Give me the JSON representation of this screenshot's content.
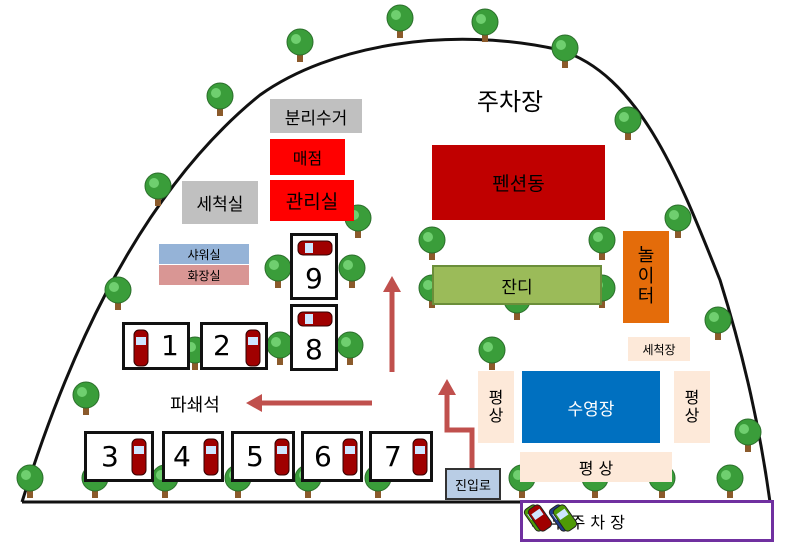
{
  "map": {
    "parking_title": "주차장",
    "recycling": "분리수거",
    "store": "매점",
    "office": "관리실",
    "washroom_gray": "세척실",
    "shower": "샤워실",
    "toilet": "화장실",
    "pension": "펜션동",
    "lawn": "잔디",
    "playground": [
      "놀",
      "이",
      "터"
    ],
    "wash_small": "세척장",
    "pool": "수영장",
    "pyeongsang_left": [
      "평",
      "상"
    ],
    "pyeongsang_right": [
      "평",
      "상"
    ],
    "pyeongsang_bottom": "평 상",
    "patio": "파쇄석",
    "entrance": "진입로",
    "outside_parking": "외 부 주 차 장",
    "sites": [
      "1",
      "2",
      "3",
      "4",
      "5",
      "6",
      "7",
      "8",
      "9"
    ]
  },
  "colors": {
    "gray_box": "#c0c0c0",
    "red_box": "#ff0000",
    "pension": "#c00000",
    "lawn": "#9bbb59",
    "playground": "#e46c0a",
    "pool": "#0070c0",
    "peach": "#fde9d9",
    "shower": "#95b3d7",
    "toilet": "#d99694",
    "entrance": "#b9cde5",
    "arrow": "#c0504d",
    "outside_border": "#7030a0"
  }
}
